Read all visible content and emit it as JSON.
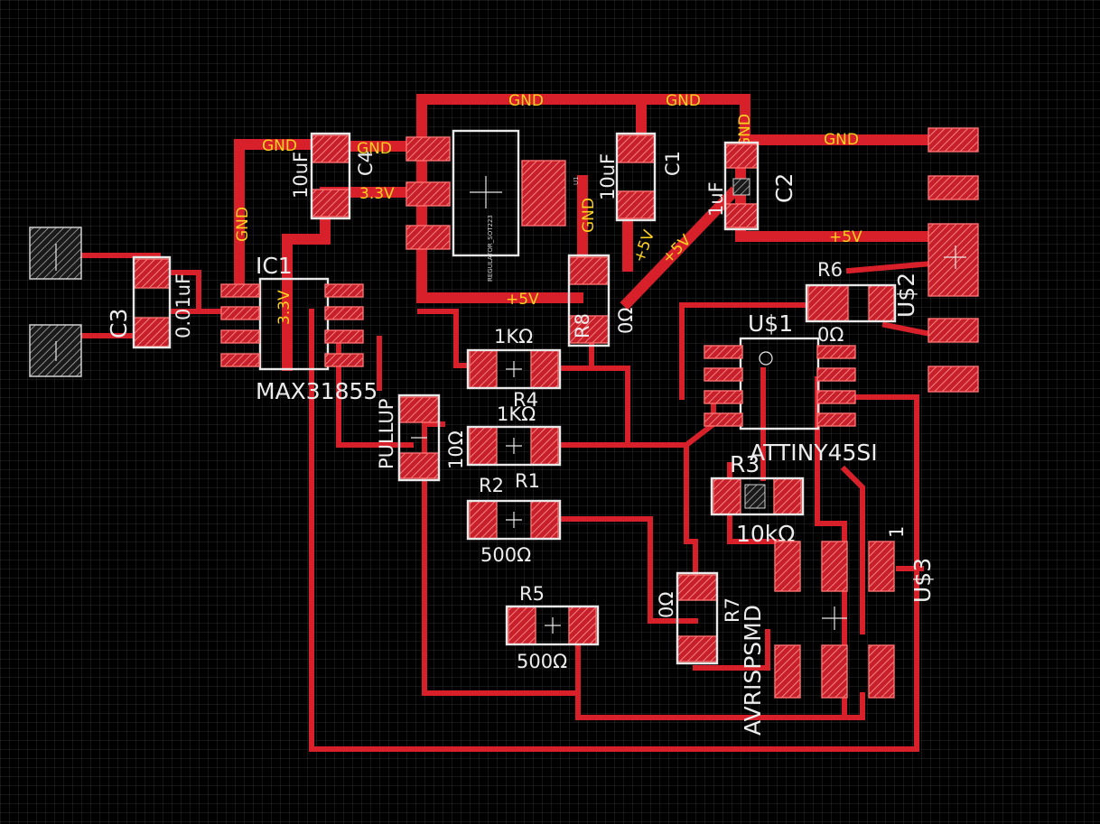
{
  "board": {
    "background": "#000000",
    "grid_color": "#2c2c2c",
    "copper_color": "#d8202a",
    "silk_color": "#e8e8e8",
    "net_label_color": "#ffd21f"
  },
  "nets": {
    "gnd": "GND",
    "v33": "3.3V",
    "v5": "+5V"
  },
  "components": {
    "ic1": {
      "name": "IC1",
      "value": "MAX31855"
    },
    "u1": {
      "name": "U1",
      "value": "REGULATOR_SOT223"
    },
    "c1": {
      "name": "C1",
      "value": "10uF"
    },
    "c2": {
      "name": "C2",
      "value": "1uF"
    },
    "c3": {
      "name": "C3",
      "value": "0.01uF"
    },
    "c4": {
      "name": "C4",
      "value": "10uF"
    },
    "us1": {
      "name": "U$1",
      "value": "ATTINY45SI"
    },
    "us2": {
      "name": "U$2"
    },
    "us3": {
      "name": "U$3",
      "pin1": "1"
    },
    "r1": {
      "name": "R1",
      "value": "1KΩ"
    },
    "r2": {
      "name": "R2",
      "value": "500Ω"
    },
    "r3": {
      "name": "R3",
      "value": "10kΩ"
    },
    "r4": {
      "name": "R4",
      "value": "1KΩ"
    },
    "r5": {
      "name": "R5",
      "value": "500Ω"
    },
    "r6": {
      "name": "R6",
      "value": "0Ω"
    },
    "r7": {
      "name": "R7",
      "value": "0Ω"
    },
    "r8": {
      "name": "R8",
      "value": "0Ω"
    },
    "pullup": {
      "name": "PULLUP",
      "value": "10Ω"
    },
    "avrisp": {
      "name": "AVRISPSMD"
    }
  }
}
